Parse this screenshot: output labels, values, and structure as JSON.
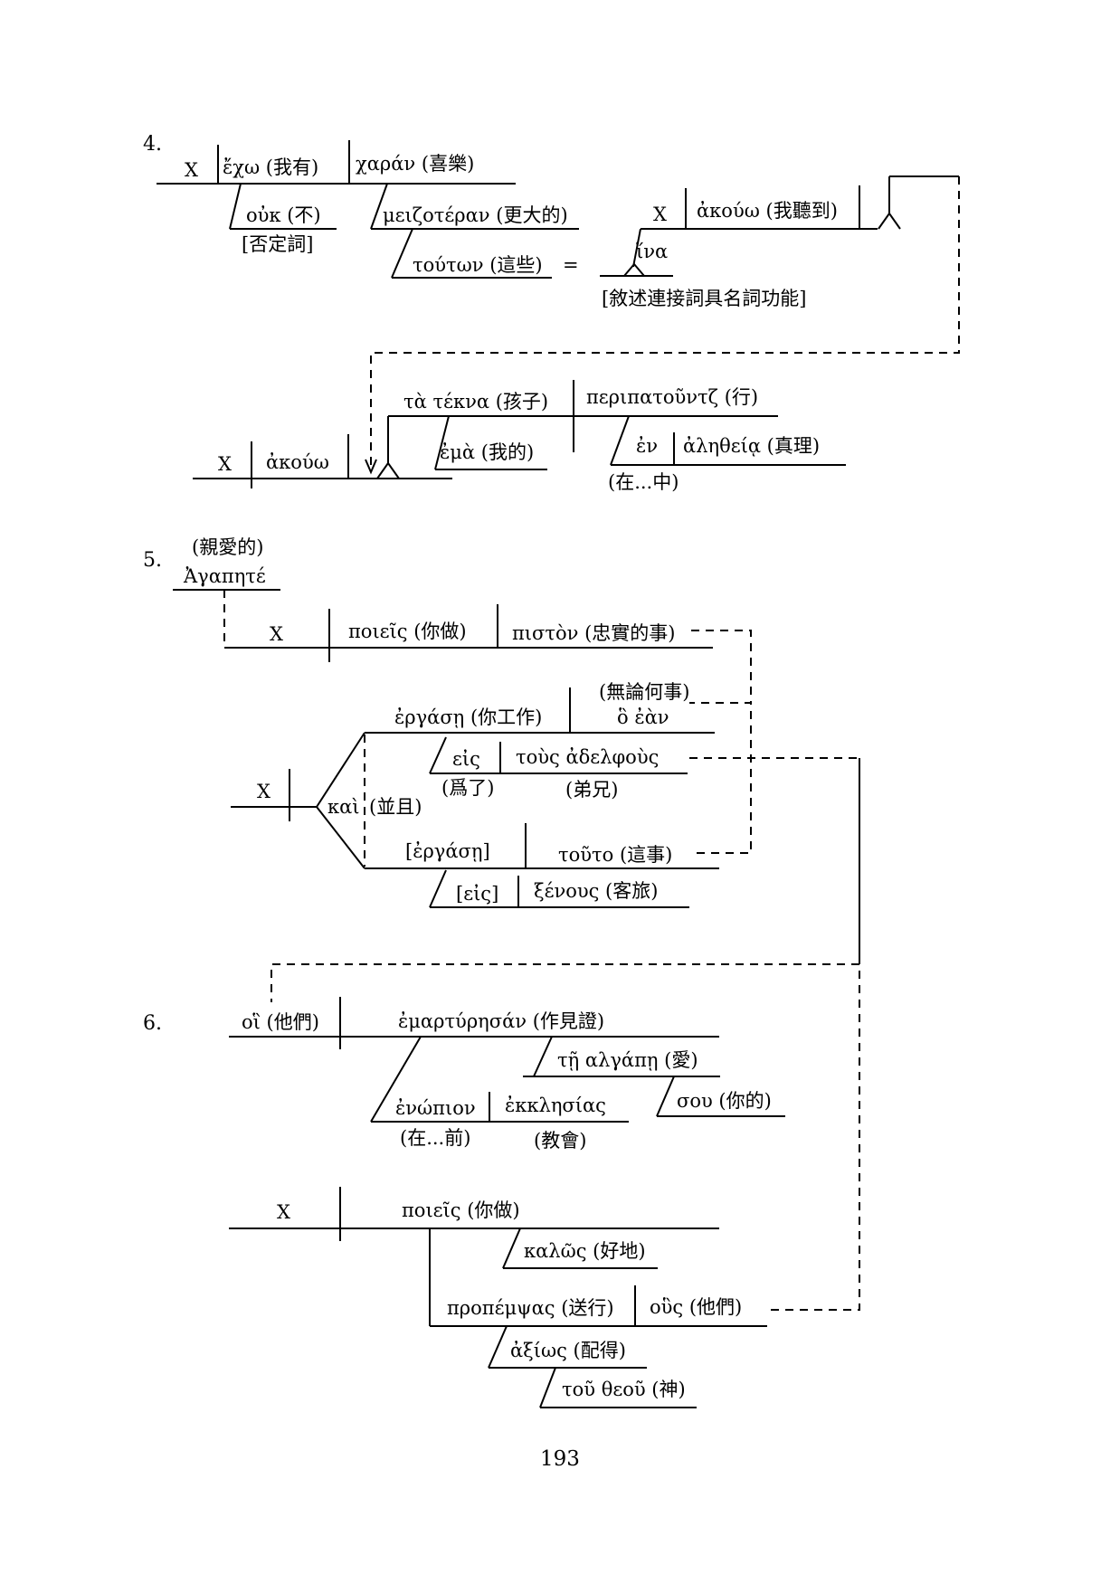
{
  "labels": {
    "n4": "4.",
    "n5": "5.",
    "n6": "6.",
    "page_number": "193"
  },
  "diagram4": {
    "x1": "X",
    "echo": "ἔχω (我有)",
    "charan": "χαράν (喜樂)",
    "ouk": "οὐκ (不)",
    "ouk_note": "[否定詞]",
    "meizoteran": "μειζοτέραν (更大的)",
    "touton": "τούτων (這些)",
    "equals": "=",
    "x2": "X",
    "akouo1": "ἀκούω (我聽到)",
    "hina": "ἵνα",
    "hina_note": "[敘述連接詞具名詞功能]",
    "x3": "X",
    "akouo2": "ἀκούω",
    "ta_tekna": "τὰ τέκνα (孩子)",
    "peripatounta": "περιπατοῦντζ (行)",
    "ema": "ἐμὰ (我的)",
    "en": "ἐν",
    "aletheia": "ἀληθείᾳ (真理)",
    "en_note": "(在...中)"
  },
  "diagram5": {
    "agapete_gloss": "(親愛的)",
    "agapete": "Ἀγαπητέ",
    "x1": "X",
    "poieis": "ποιεῖς (你做)",
    "piston": "πιστὸν (忠實的事)",
    "ergase1": "ἐργάσῃ (你工作)",
    "ho_ean_gloss": "(無論何事)",
    "ho_ean": "ὃ ἐὰν",
    "eis1": "εἰς",
    "eis1_note": "(爲了)",
    "tous_adelphous": "τοὺς ἀδελφοὺς",
    "adelphous_note": "(弟兄)",
    "x2": "X",
    "kai": "καὶ",
    "kai_note": "(並且)",
    "ergase2": "[ἐργάσῃ]",
    "touto": "τοῦτο (這事)",
    "eis2": "[εἰς]",
    "xenous": "ξένους (客旅)"
  },
  "diagram6": {
    "hoi": "οἳ (他們)",
    "emarturesan": "ἐμαρτύρησάν (作見證)",
    "te_agape": "τῇ αλγάπῃ (愛)",
    "sou": "σου (你的)",
    "enopion": "ἐνώπιον",
    "enopion_note": "(在...前)",
    "ekklesias": "ἐκκλησίας",
    "ekklesias_note": "(教會)",
    "x1": "X",
    "poieis": "ποιεῖς (你做)",
    "kalos": "καλῶς (好地)",
    "propempsas": "προπέμψας (送行)",
    "hous": "οὓς (他們)",
    "axios": "ἀξίως (配得)",
    "tou_theou": "τοῦ θεοῦ (神)"
  }
}
